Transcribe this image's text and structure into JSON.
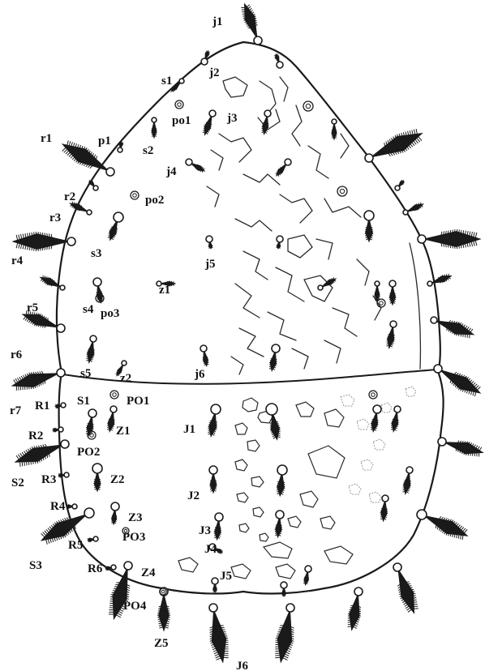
{
  "labels": {
    "j1": "j1",
    "j2": "j2",
    "j3": "j3",
    "j4": "j4",
    "j5": "j5",
    "j6": "j6",
    "s1": "s1",
    "s2": "s2",
    "s3": "s3",
    "s4": "s4",
    "s5": "s5",
    "po1": "po1",
    "po2": "po2",
    "po3": "po3",
    "p1": "p1",
    "r1": "r1",
    "r2": "r2",
    "r3": "r3",
    "r4": "r4",
    "r5": "r5",
    "r6": "r6",
    "r7": "r7",
    "z1": "z1",
    "z2": "z2",
    "R1": "R1",
    "R2": "R2",
    "R3": "R3",
    "R4": "R4",
    "R5": "R5",
    "R6": "R6",
    "S1": "S1",
    "S2": "S2",
    "S3": "S3",
    "PO1": "PO1",
    "PO2": "PO2",
    "PO3": "PO3",
    "PO4": "PO4",
    "Z1": "Z1",
    "Z2": "Z2",
    "Z3": "Z3",
    "Z4": "Z4",
    "Z5": "Z5",
    "J1": "J1",
    "J2": "J2",
    "J3": "J3",
    "J4": "J4",
    "J5": "J5",
    "J6": "J6"
  },
  "colors": {
    "ink": "#1a1a1a",
    "background": "#ffffff"
  }
}
